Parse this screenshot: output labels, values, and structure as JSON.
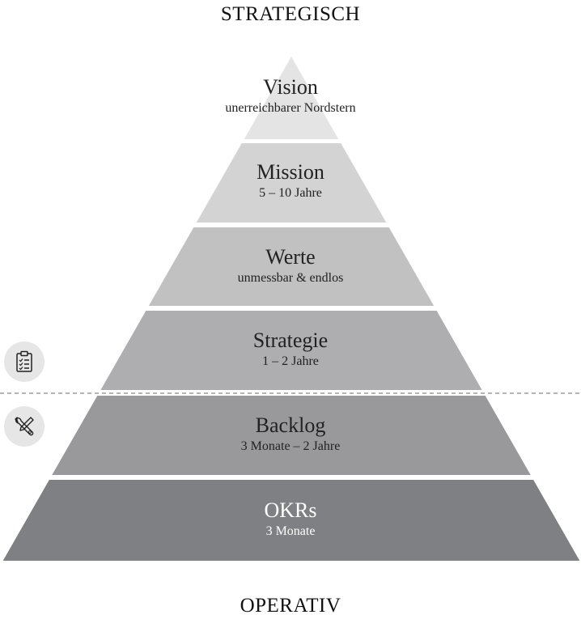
{
  "top_label": "STRATEGISCH",
  "bottom_label": "OPERATIV",
  "tiers": [
    {
      "title": "Vision",
      "subtitle": "unerreichbarer Nordstern",
      "color": "#e4e4e5"
    },
    {
      "title": "Mission",
      "subtitle": "5 – 10 Jahre",
      "color": "#d3d3d4"
    },
    {
      "title": "Werte",
      "subtitle": "unmessbar & endlos",
      "color": "#c1c1c2"
    },
    {
      "title": "Strategie",
      "subtitle": "1 – 2 Jahre",
      "color": "#aeaeb0"
    },
    {
      "title": "Backlog",
      "subtitle": "3 Monate – 2 Jahre",
      "color": "#99999c"
    },
    {
      "title": "OKRs",
      "subtitle": "3 Monate",
      "color": "#7f8084"
    }
  ],
  "icons": {
    "strategic": "clipboard-checklist-icon",
    "operative": "tools-icon"
  },
  "divider_color": "#888888"
}
